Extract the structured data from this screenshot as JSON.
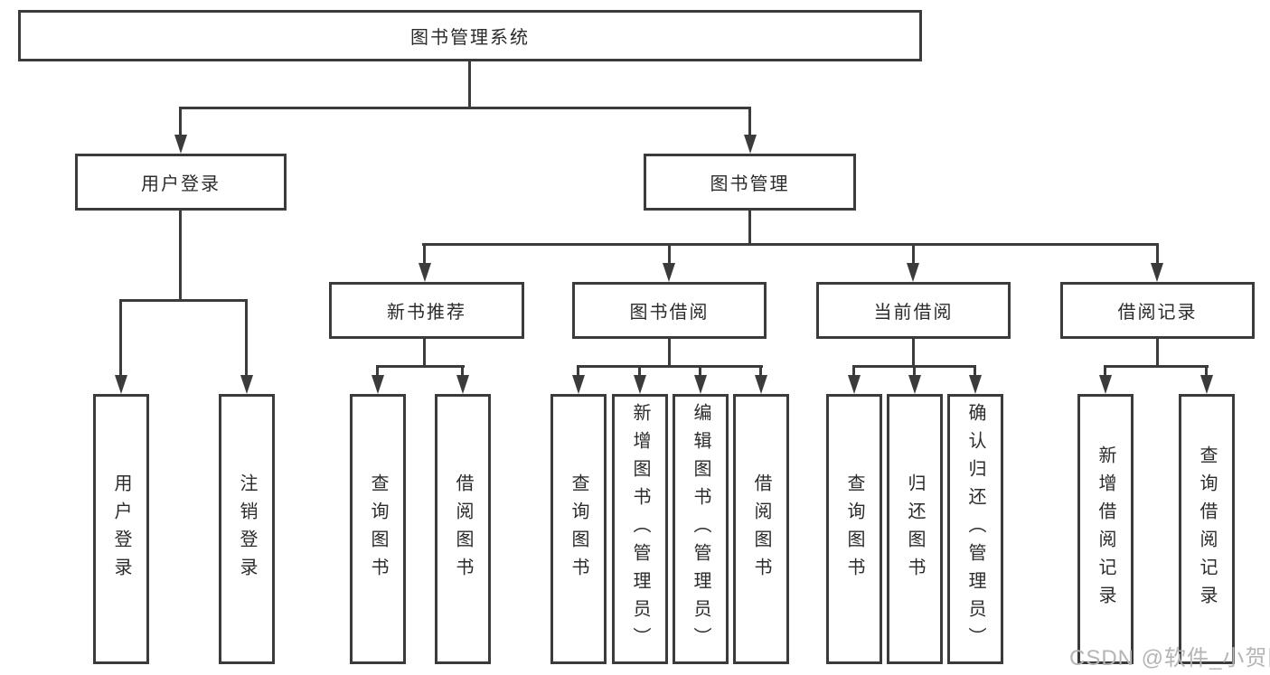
{
  "title": {
    "label": "图书管理系统"
  },
  "level2": [
    {
      "label": "用户登录"
    },
    {
      "label": "图书管理"
    }
  ],
  "level3": [
    {
      "label": "新书推荐"
    },
    {
      "label": "图书借阅"
    },
    {
      "label": "当前借阅"
    },
    {
      "label": "借阅记录"
    }
  ],
  "leaves": [
    {
      "label": "用户登录"
    },
    {
      "label": "注销登录"
    },
    {
      "label": "查询图书"
    },
    {
      "label": "借阅图书"
    },
    {
      "label": "查询图书"
    },
    {
      "label": "新增图书（管理员）"
    },
    {
      "label": "编辑图书（管理员）"
    },
    {
      "label": "借阅图书"
    },
    {
      "label": "查询图书"
    },
    {
      "label": "归还图书"
    },
    {
      "label": "确认归还（管理员）"
    },
    {
      "label": "新增借阅记录"
    },
    {
      "label": "查询借阅记录"
    }
  ],
  "watermark": {
    "text": "CSDN @软件_小贺同学"
  },
  "colors": {
    "line": "#3b3b3b",
    "text": "#2b2b2b",
    "background": "#ffffff",
    "watermark": "#b5b5b5"
  }
}
